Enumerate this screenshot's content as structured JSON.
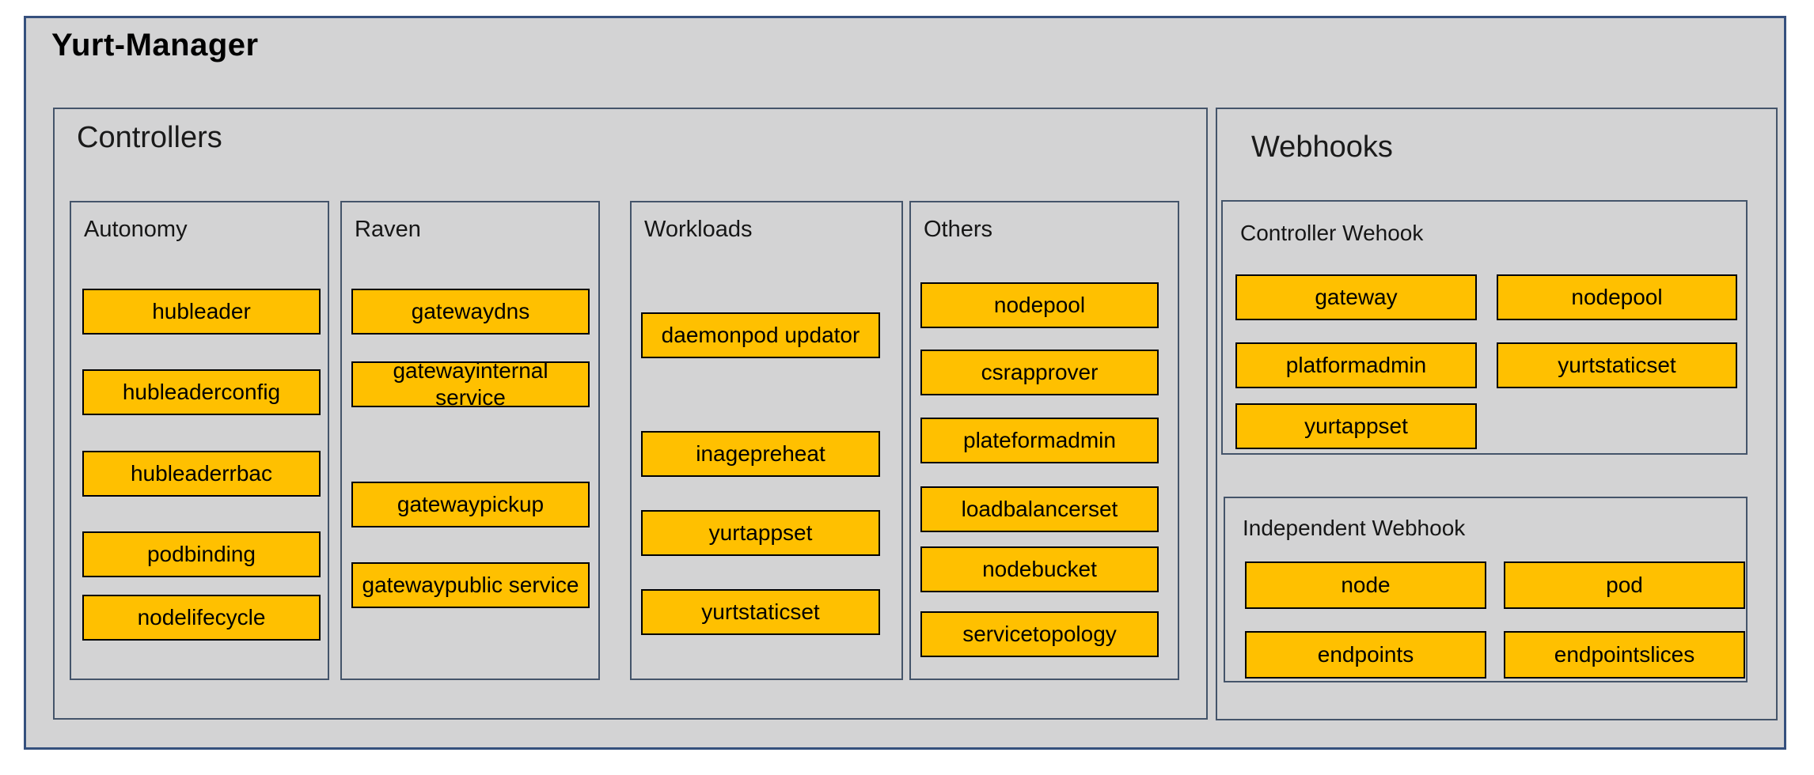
{
  "title": "Yurt-Manager",
  "controllers": {
    "label": "Controllers",
    "groups": [
      {
        "label": "Autonomy",
        "items": [
          "hubleader",
          "hubleaderconfig",
          "hubleaderrbac",
          "podbinding",
          "nodelifecycle"
        ]
      },
      {
        "label": "Raven",
        "items": [
          "gatewaydns",
          "gatewayinternal service",
          "gatewaypickup",
          "gatewaypublic service"
        ]
      },
      {
        "label": "Workloads",
        "items": [
          "daemonpod updator",
          "inagepreheat",
          "yurtappset",
          "yurtstaticset"
        ]
      },
      {
        "label": "Others",
        "items": [
          "nodepool",
          "csrapprover",
          "plateformadmin",
          "loadbalancerset",
          "nodebucket",
          "servicetopology"
        ]
      }
    ]
  },
  "webhooks": {
    "label": "Webhooks",
    "groups": [
      {
        "label": "Controller Wehook",
        "items": [
          "gateway",
          "nodepool",
          "platformadmin",
          "yurtstaticset",
          "yurtappset"
        ]
      },
      {
        "label": "Independent Webhook",
        "items": [
          "node",
          "pod",
          "endpoints",
          "endpointslices"
        ]
      }
    ]
  },
  "colors": {
    "component_fill": "#FFC000",
    "component_border": "#000000",
    "panel_fill": "#d3d3d4",
    "panel_border": "#35507d",
    "text": "#000000"
  }
}
